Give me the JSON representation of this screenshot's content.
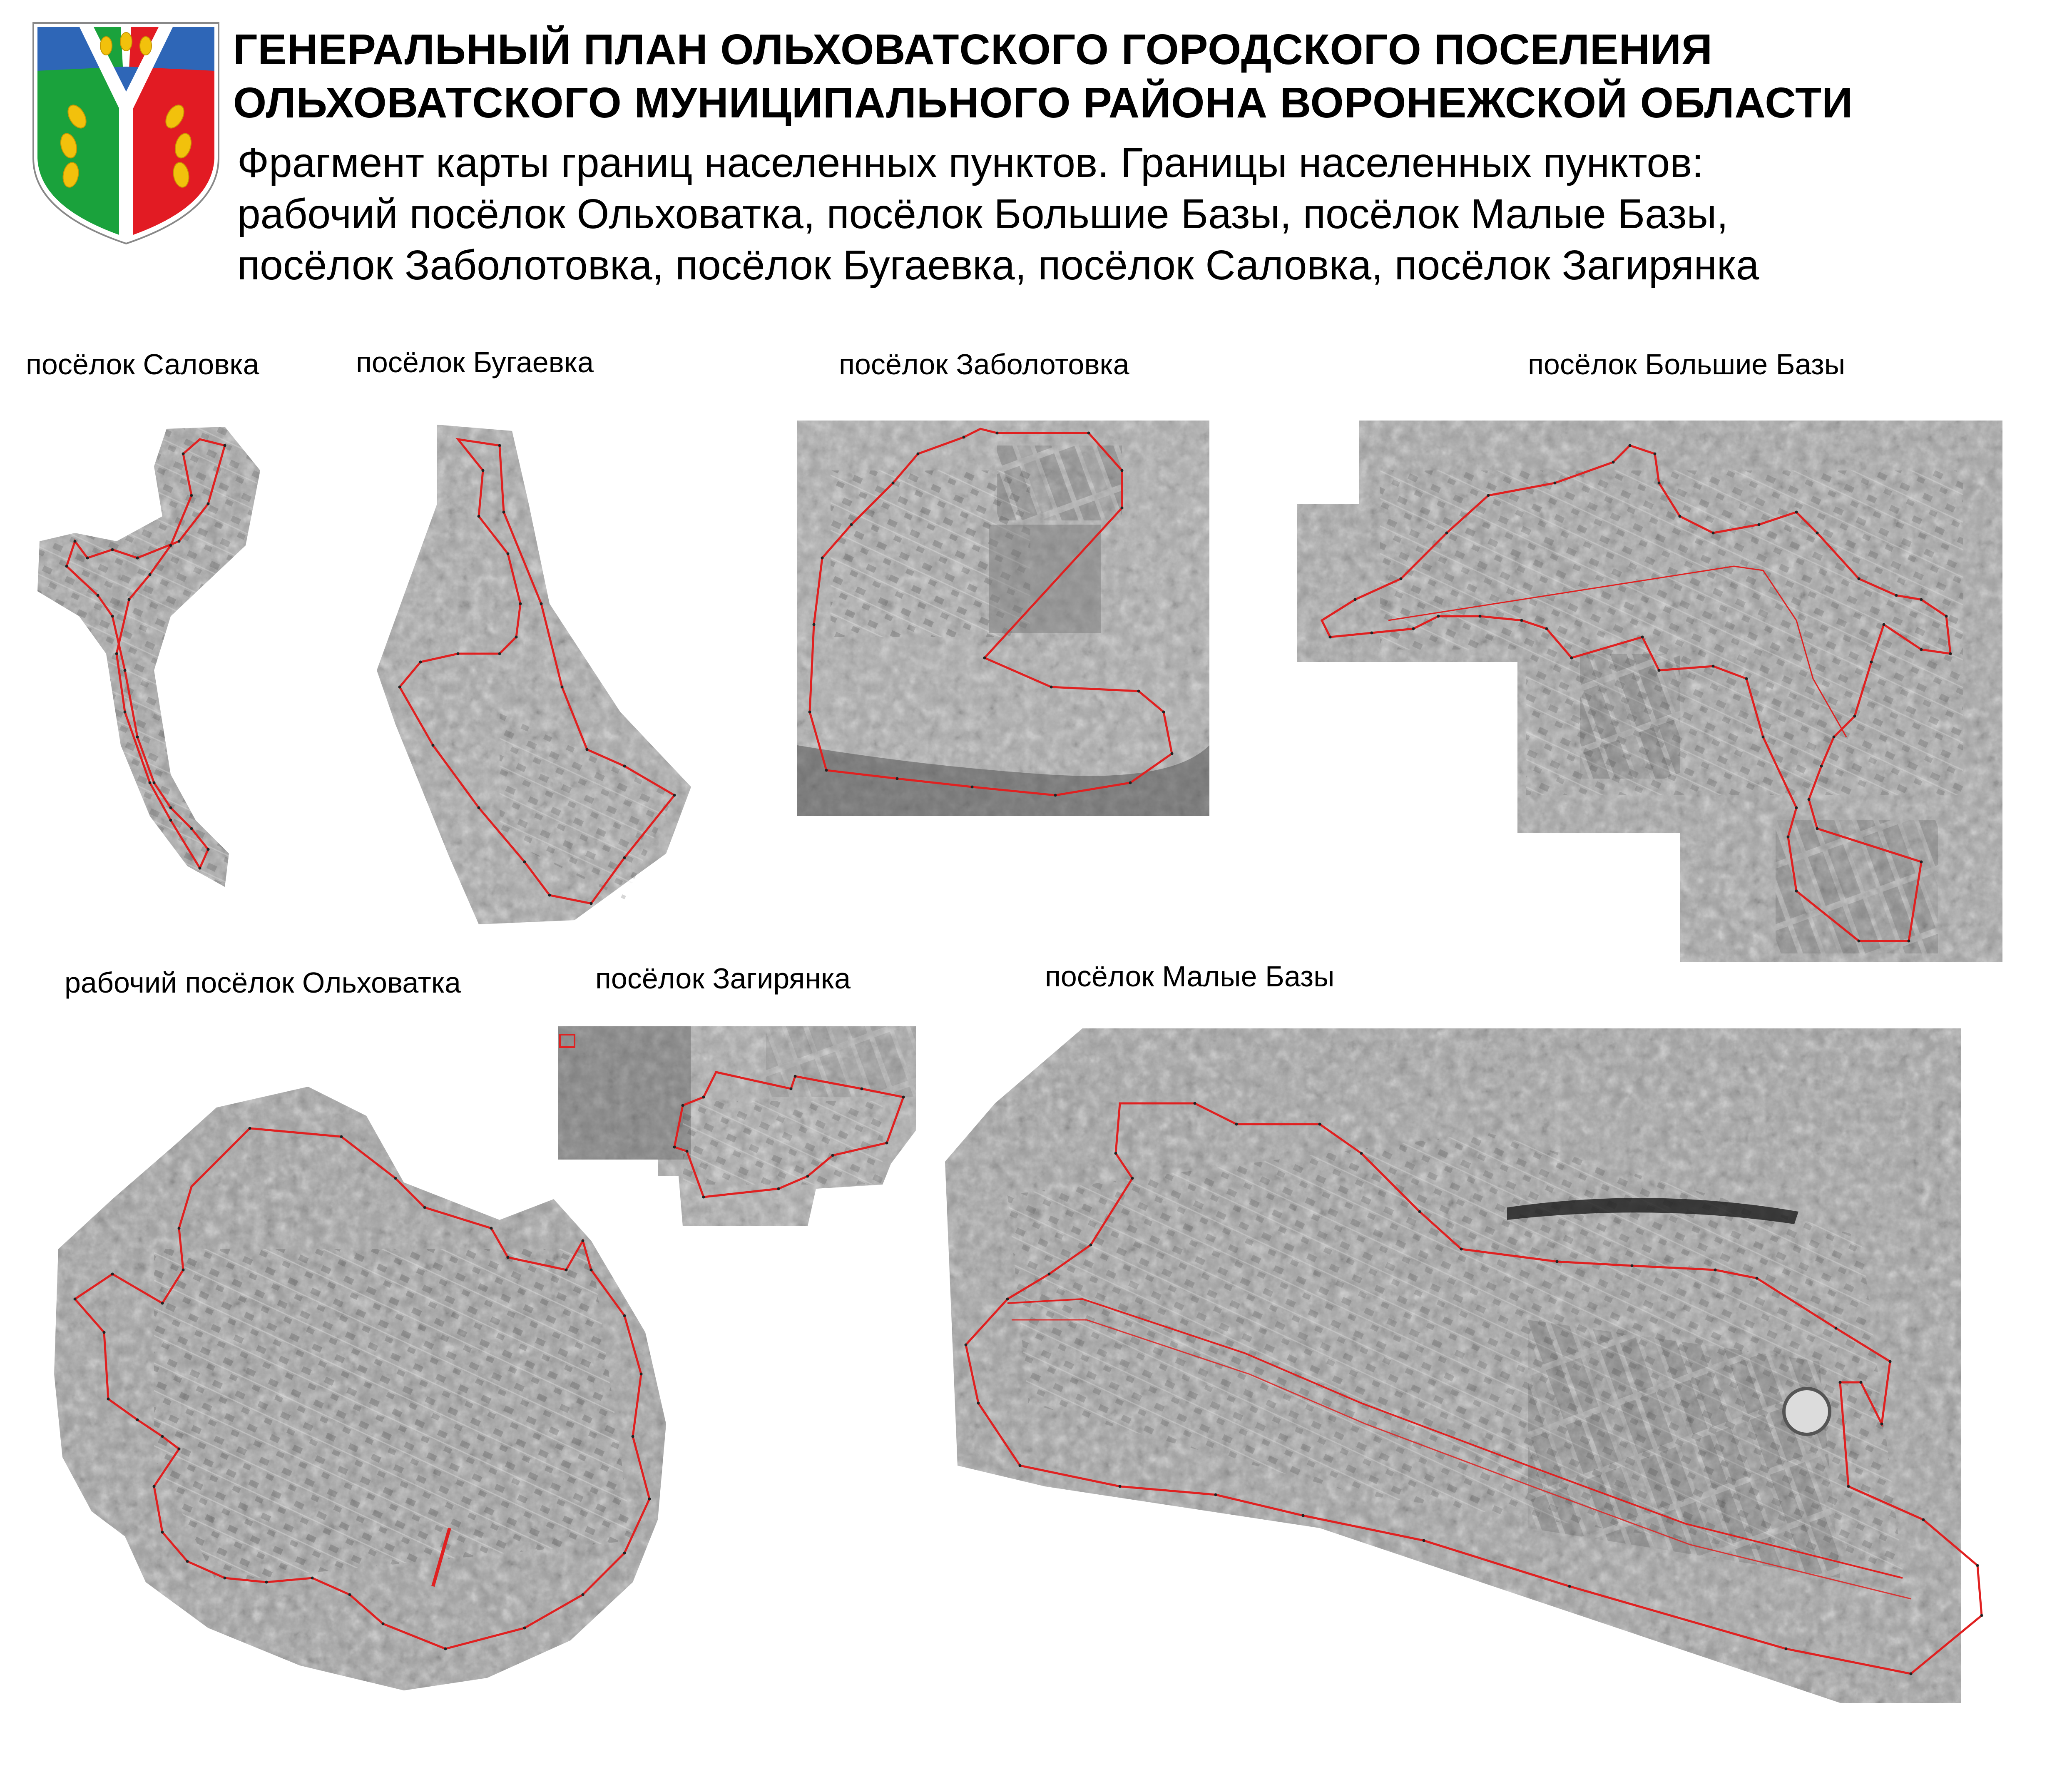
{
  "header": {
    "title_line1": "ГЕНЕРАЛЬНЫЙ ПЛАН ОЛЬХОВАТСКОГО ГОРОДСКОГО ПОСЕЛЕНИЯ",
    "title_line2": "ОЛЬХОВАТСКОГО МУНИЦИПАЛЬНОГО РАЙОНА ВОРОНЕЖСКОЙ ОБЛАСТИ",
    "subtitle_line1": "Фрагмент карты границ населенных пунктов. Границы населенных пунктов:",
    "subtitle_line2": "рабочий посёлок Ольховатка, посёлок Большие Базы, посёлок Малые Базы,",
    "subtitle_line3": "посёлок Заболотовка, посёлок Бугаевка, посёлок Саловка, посёлок Загирянка"
  },
  "coat_of_arms": {
    "icon": "coat-of-arms-icon",
    "colors": [
      "#1aa23c",
      "#e21b23",
      "#f2c10c",
      "#2e66b7",
      "#ffffff"
    ]
  },
  "settlements": [
    {
      "id": "salovka",
      "label": "посёлок Саловка"
    },
    {
      "id": "bugaevka",
      "label": "посёлок Бугаевка"
    },
    {
      "id": "zabolotovka",
      "label": "посёлок Заболотовка"
    },
    {
      "id": "bolshie-bazy",
      "label": "посёлок Большие Базы"
    },
    {
      "id": "olkhovatka",
      "label": "рабочий посёлок Ольховатка"
    },
    {
      "id": "zagiryanka",
      "label": "посёлок Загирянка"
    },
    {
      "id": "malye-bazy",
      "label": "посёлок Малые Базы"
    }
  ],
  "colors": {
    "boundary": "#e02020",
    "imagery_light": "#b8b8b8",
    "imagery_dark": "#5a5a5a",
    "background": "#ffffff"
  }
}
